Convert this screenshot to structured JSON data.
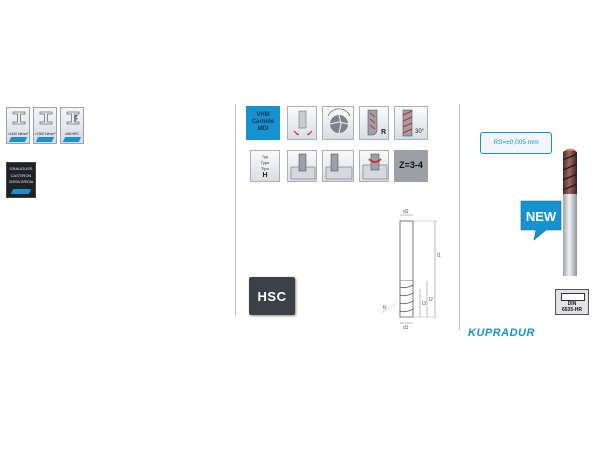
{
  "material_tiles": [
    {
      "label": "<1100 N/mm²"
    },
    {
      "label": ">1300 N/mm²"
    },
    {
      "label": "≤58 HRC"
    }
  ],
  "material_block": {
    "lines": [
      "GRAUGUSS",
      "CASTIRON",
      "GHISA GRIGIA"
    ]
  },
  "tool_info": {
    "material": [
      "VHM",
      "Carbide",
      "MDI"
    ],
    "helix_angle": "30°",
    "radius_marker": "R",
    "type_lines": [
      "Typ",
      "Type",
      "Tipo",
      "H"
    ],
    "flutes": "Z=3-4"
  },
  "dimension_labels": [
    "d2",
    "l1",
    "l2",
    "l3",
    "d1",
    "R"
  ],
  "hsc_badge": "HSC",
  "tolerance": "RS=±0,005 mm",
  "new_badge": "NEW",
  "din": [
    "DIN",
    "6535-HR"
  ],
  "brand": "KUPRADUR",
  "colors": {
    "accent_blue": "#1692d0",
    "badge_dark": "#3b4148",
    "flutes_bg": "#9aa0a6"
  }
}
